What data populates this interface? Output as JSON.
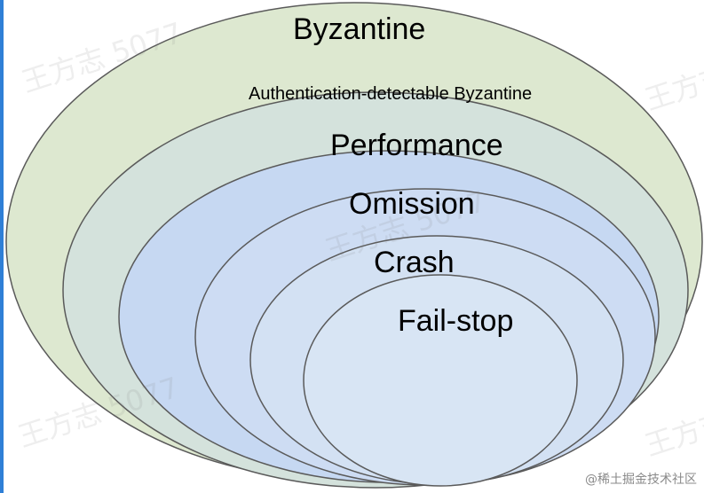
{
  "diagram": {
    "layers": [
      {
        "id": "byzantine",
        "label": "Byzantine",
        "fill": "#dde8d0"
      },
      {
        "id": "auth",
        "label": "Authentication-detectable Byzantine",
        "fill": "#d4e2dc"
      },
      {
        "id": "performance",
        "label": "Performance",
        "fill": "#c6d8f2"
      },
      {
        "id": "omission",
        "label": "Omission",
        "fill": "#cddcf3"
      },
      {
        "id": "crash",
        "label": "Crash",
        "fill": "#d3e1f3"
      },
      {
        "id": "failstop",
        "label": "Fail-stop",
        "fill": "#d8e5f4"
      }
    ],
    "stroke": "#5a5a5a"
  },
  "watermark": {
    "text": "王方志 5077",
    "credit": "@稀土掘金技术社区"
  }
}
